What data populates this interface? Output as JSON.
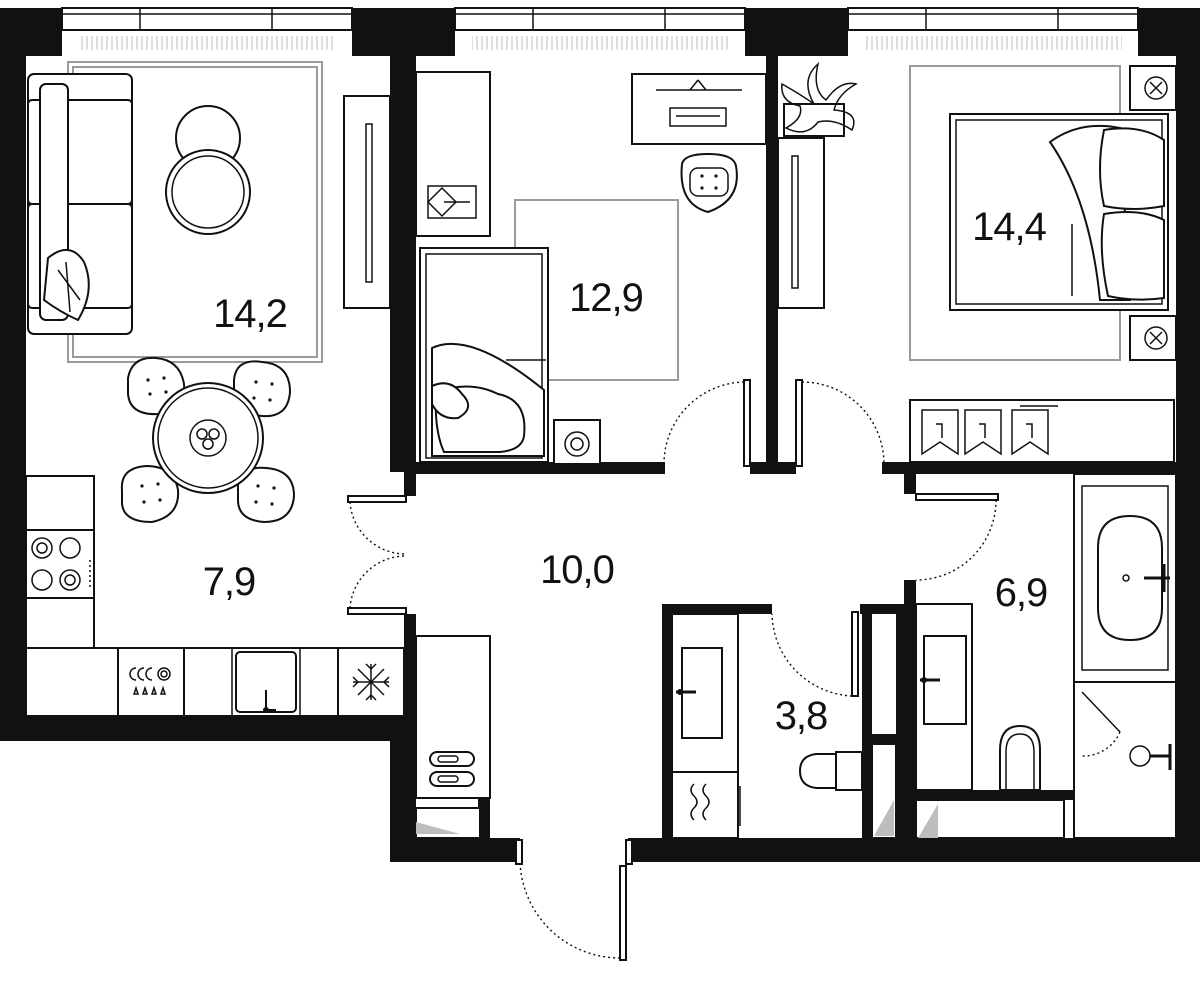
{
  "rooms": [
    {
      "id": "living",
      "area": "14,2"
    },
    {
      "id": "bedroom-2",
      "area": "12,9"
    },
    {
      "id": "bedroom-1",
      "area": "14,4"
    },
    {
      "id": "kitchen",
      "area": "7,9"
    },
    {
      "id": "hallway",
      "area": "10,0"
    },
    {
      "id": "bathroom-1",
      "area": "6,9"
    },
    {
      "id": "bathroom-2",
      "area": "3,8"
    }
  ],
  "colors": {
    "wall": "#111111",
    "line": "#111111",
    "rug": "#9a9a9a",
    "background": "#ffffff"
  },
  "icons": [
    "sofa-icon",
    "round-table-icon",
    "dining-table-icon",
    "chair-icon",
    "stove-icon",
    "sink-icon",
    "dishwasher-icon",
    "fridge-icon",
    "bed-icon",
    "desk-icon",
    "armchair-icon",
    "washing-machine-icon",
    "plant-icon",
    "wardrobe-icon",
    "nightstand-icon",
    "bathtub-icon",
    "toilet-icon",
    "shower-icon",
    "towel-rail-icon",
    "slippers-icon",
    "radiator-icon",
    "window-icon",
    "door-icon"
  ]
}
